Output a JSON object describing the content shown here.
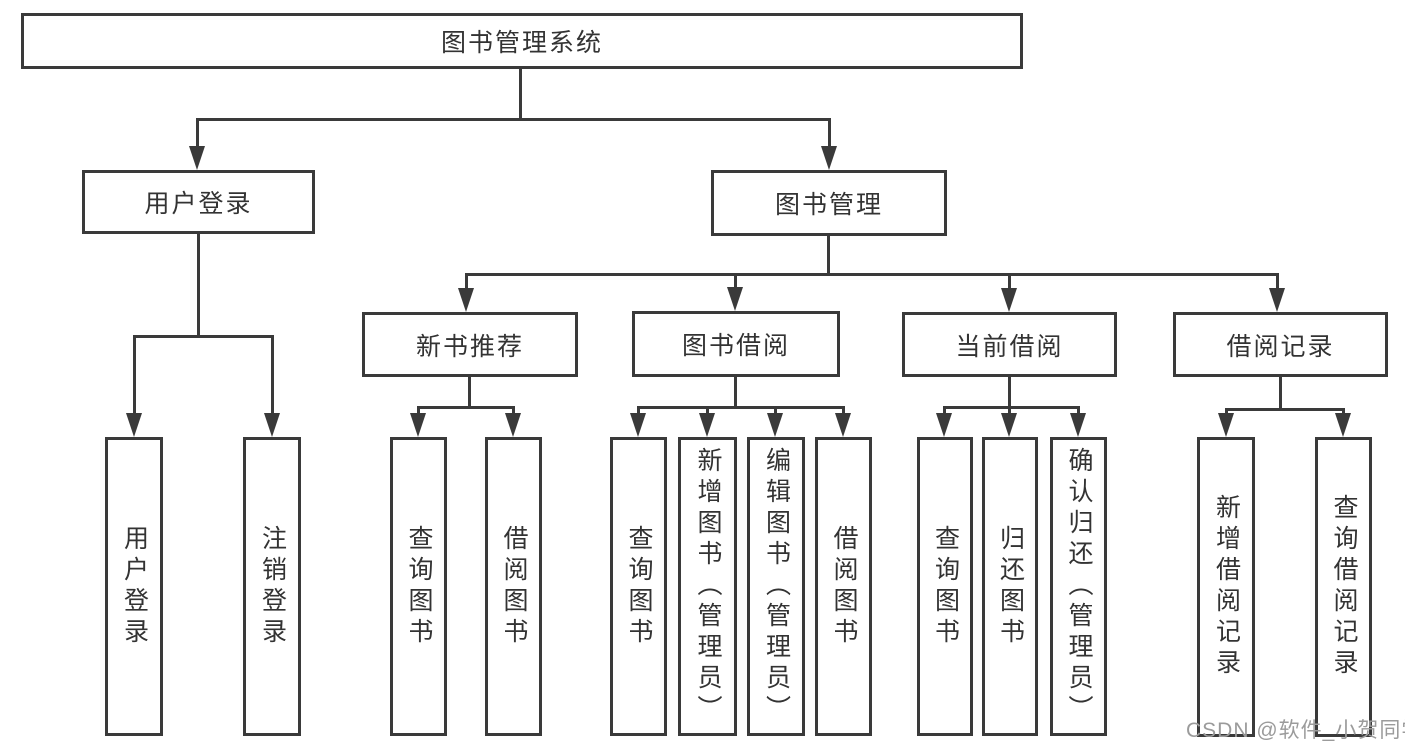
{
  "tree": {
    "root": {
      "label": "图书管理系统"
    },
    "branches": [
      {
        "label": "用户登录",
        "children": [
          {
            "label": "用户登录"
          },
          {
            "label": "注销登录"
          }
        ]
      },
      {
        "label": "图书管理",
        "children": [
          {
            "label": "新书推荐",
            "children": [
              {
                "label": "查询图书"
              },
              {
                "label": "借阅图书"
              }
            ]
          },
          {
            "label": "图书借阅",
            "children": [
              {
                "label": "查询图书"
              },
              {
                "label": "新增图书（管理员）"
              },
              {
                "label": "编辑图书（管理员）"
              },
              {
                "label": "借阅图书"
              }
            ]
          },
          {
            "label": "当前借阅",
            "children": [
              {
                "label": "查询图书"
              },
              {
                "label": "归还图书"
              },
              {
                "label": "确认归还（管理员）"
              }
            ]
          },
          {
            "label": "借阅记录",
            "children": [
              {
                "label": "新增借阅记录"
              },
              {
                "label": "查询借阅记录"
              }
            ]
          }
        ]
      }
    ]
  },
  "watermark": "CSDN @软件_小贺同学",
  "colors": {
    "line": "#3a3a3a",
    "text": "#333333",
    "wm": "#9b9b9b",
    "bg": "#ffffff"
  }
}
